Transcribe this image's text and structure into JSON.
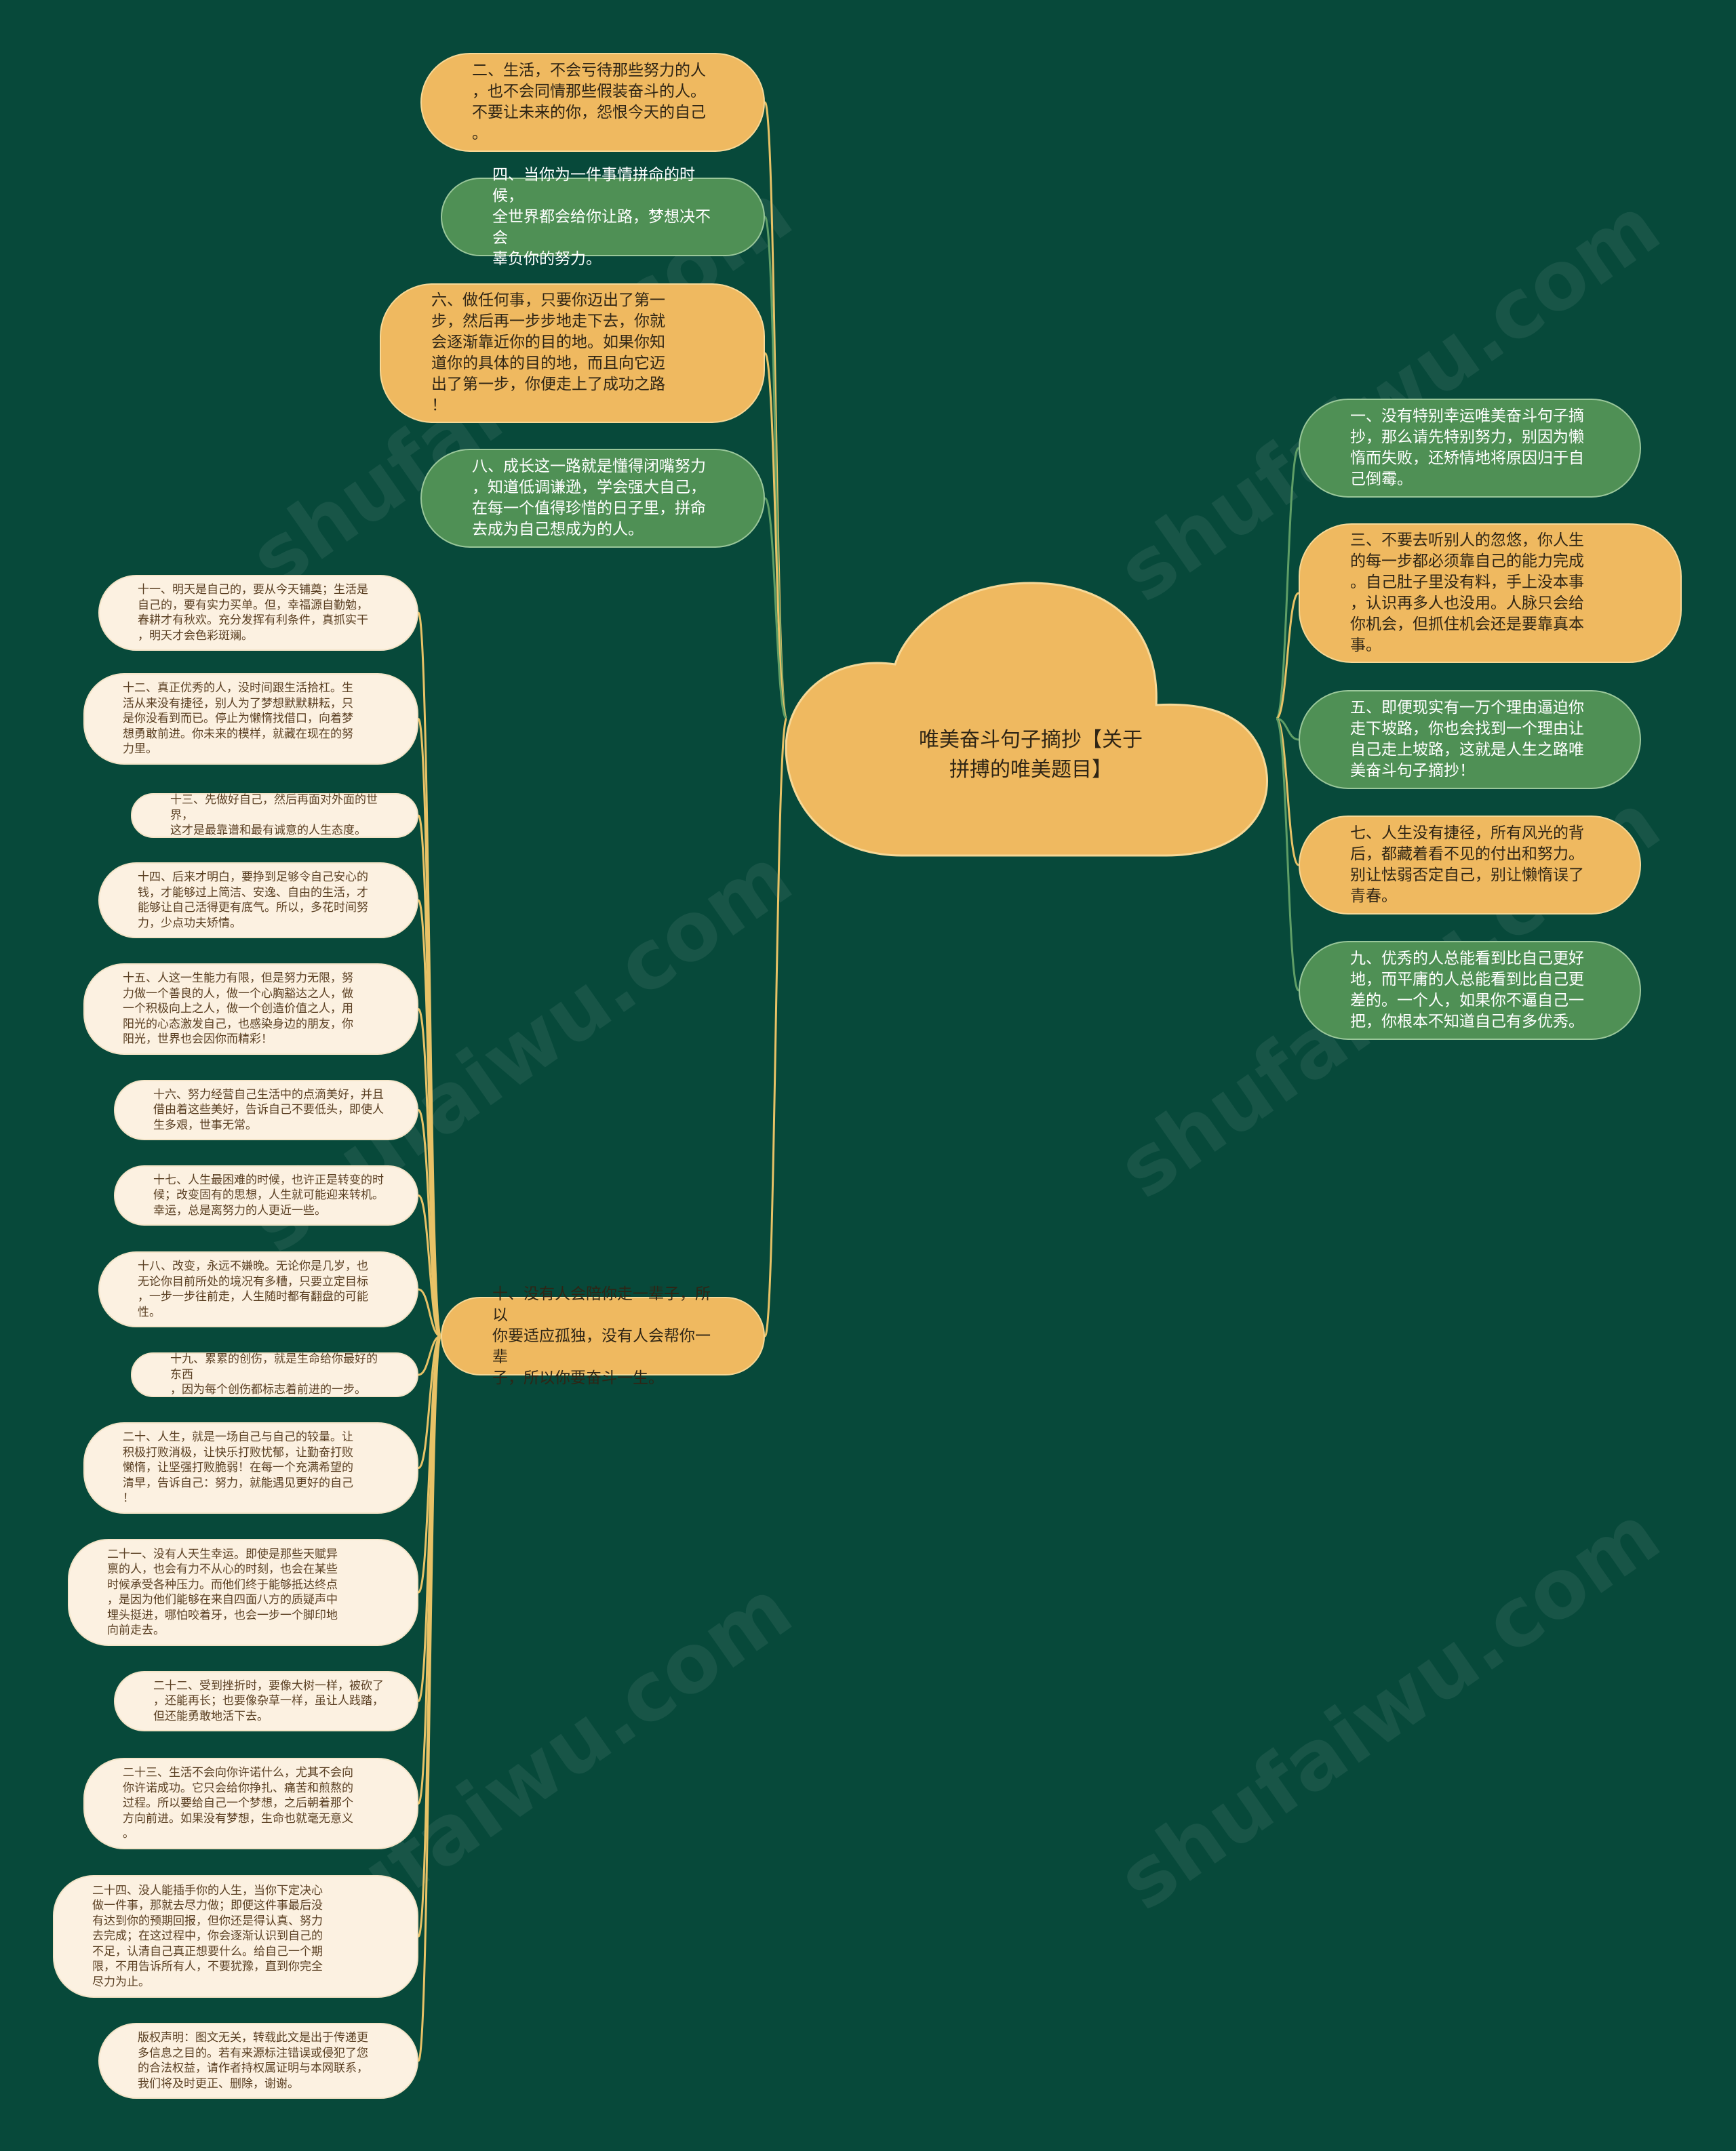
{
  "central_topic": "唯美奋斗句子摘抄【关于\n拼搏的唯美题目】",
  "watermark": "shufaiwu.com",
  "colors": {
    "background": "#07493a",
    "yellow": "#efb960",
    "green": "#4f9055",
    "cream": "#fcf1e1",
    "line_yellow": "#e8c266",
    "line_green": "#5f9e66"
  },
  "left_branches": [
    {
      "text": "二、生活，不会亏待那些努力的人\n，也不会同情那些假装奋斗的人。\n不要让未来的你，怨恨今天的自己\n。",
      "color": "yellow"
    },
    {
      "text": "四、当你为一件事情拼命的时候，\n全世界都会给你让路，梦想决不会\n辜负你的努力。",
      "color": "green"
    },
    {
      "text": "六、做任何事，只要你迈出了第一\n步，然后再一步步地走下去，你就\n会逐渐靠近你的目的地。如果你知\n道你的具体的目的地，而且向它迈\n出了第一步，你便走上了成功之路\n！",
      "color": "yellow"
    },
    {
      "text": "八、成长这一路就是懂得闭嘴努力\n，知道低调谦逊，学会强大自己，\n在每一个值得珍惜的日子里，拼命\n去成为自己想成为的人。",
      "color": "green"
    },
    {
      "text": "十、没有人会陪你走一辈子，所以\n你要适应孤独，没有人会帮你一辈\n子，所以你要奋斗一生。",
      "color": "yellow"
    }
  ],
  "right_branches": [
    {
      "text": "一、没有特别幸运唯美奋斗句子摘\n抄，那么请先特别努力，别因为懒\n惰而失败，还矫情地将原因归于自\n己倒霉。",
      "color": "green"
    },
    {
      "text": "三、不要去听别人的忽悠，你人生\n的每一步都必须靠自己的能力完成\n。自己肚子里没有料，手上没本事\n，认识再多人也没用。人脉只会给\n你机会，但抓住机会还是要靠真本\n事。",
      "color": "yellow"
    },
    {
      "text": "五、即便现实有一万个理由逼迫你\n走下坡路，你也会找到一个理由让\n自己走上坡路，这就是人生之路唯\n美奋斗句子摘抄！",
      "color": "green"
    },
    {
      "text": "七、人生没有捷径，所有风光的背\n后，都藏着看不见的付出和努力。\n别让怯弱否定自己，别让懒惰误了\n青春。",
      "color": "yellow"
    },
    {
      "text": "九、优秀的人总能看到比自己更好\n地，而平庸的人总能看到比自己更\n差的。一个人，如果你不逼自己一\n把，你根本不知道自己有多优秀。",
      "color": "green"
    }
  ],
  "sub_items": [
    "十一、明天是自己的，要从今天铺奠；生活是\n自己的，要有实力买单。但，幸福源自勤勉，\n春耕才有秋欢。充分发挥有利条件，真抓实干\n，明天才会色彩斑斓。",
    "十二、真正优秀的人，没时间跟生活拾杠。生\n活从来没有捷径，别人为了梦想默默耕耘，只\n是你没看到而已。停止为懒惰找借口，向着梦\n想勇敢前进。你未来的模样，就藏在现在的努\n力里。",
    "十三、先做好自己，然后再面对外面的世界，\n这才是最靠谱和最有诚意的人生态度。",
    "十四、后来才明白，要挣到足够令自己安心的\n钱，才能够过上简洁、安逸、自由的生活，才\n能够让自己活得更有底气。所以，多花时间努\n力，少点功夫矫情。",
    "十五、人这一生能力有限，但是努力无限，努\n力做一个善良的人，做一个心胸豁达之人，做\n一个积极向上之人，做一个创造价值之人，用\n阳光的心态激发自己，也感染身边的朋友，你\n阳光，世界也会因你而精彩！",
    "十六、努力经营自己生活中的点滴美好，并且\n借由着这些美好，告诉自己不要低头，即使人\n生多艰，世事无常。",
    "十七、人生最困难的时候，也许正是转变的时\n候；改变固有的思想，人生就可能迎来转机。\n幸运，总是离努力的人更近一些。",
    "十八、改变，永远不嫌晚。无论你是几岁，也\n无论你目前所处的境况有多糟，只要立定目标\n，一步一步往前走，人生随时都有翻盘的可能\n性。",
    "十九、累累的创伤，就是生命给你最好的东西\n，因为每个创伤都标志着前进的一步。",
    "二十、人生，就是一场自己与自己的较量。让\n积极打败消极，让快乐打败忧郁，让勤奋打败\n懒惰，让坚强打败脆弱！在每一个充满希望的\n清早，告诉自己：努力，就能遇见更好的自己\n！",
    "二十一、没有人天生幸运。即使是那些天赋异\n禀的人，也会有力不从心的时刻，也会在某些\n时候承受各种压力。而他们终于能够抵达终点\n，是因为他们能够在来自四面八方的质疑声中\n埋头挺进，哪怕咬着牙，也会一步一个脚印地\n向前走去。",
    "二十二、受到挫折时，要像大树一样，被砍了\n，还能再长；也要像杂草一样，虽让人践踏，\n但还能勇敢地活下去。",
    "二十三、生活不会向你许诺什么，尤其不会向\n你许诺成功。它只会给你挣扎、痛苦和煎熬的\n过程。所以要给自己一个梦想，之后朝着那个\n方向前进。如果没有梦想，生命也就毫无意义\n。",
    "二十四、没人能插手你的人生，当你下定决心\n做一件事，那就去尽力做；即便这件事最后没\n有达到你的预期回报，但你还是得认真、努力\n去完成；在这过程中，你会逐渐认识到自己的\n不足，认清自己真正想要什么。给自己一个期\n限，不用告诉所有人，不要犹豫，直到你完全\n尽力为止。",
    "版权声明：图文无关，转载此文是出于传递更\n多信息之目的。若有来源标注错误或侵犯了您\n的合法权益，请作者持权属证明与本网联系，\n我们将及时更正、删除，谢谢。"
  ]
}
